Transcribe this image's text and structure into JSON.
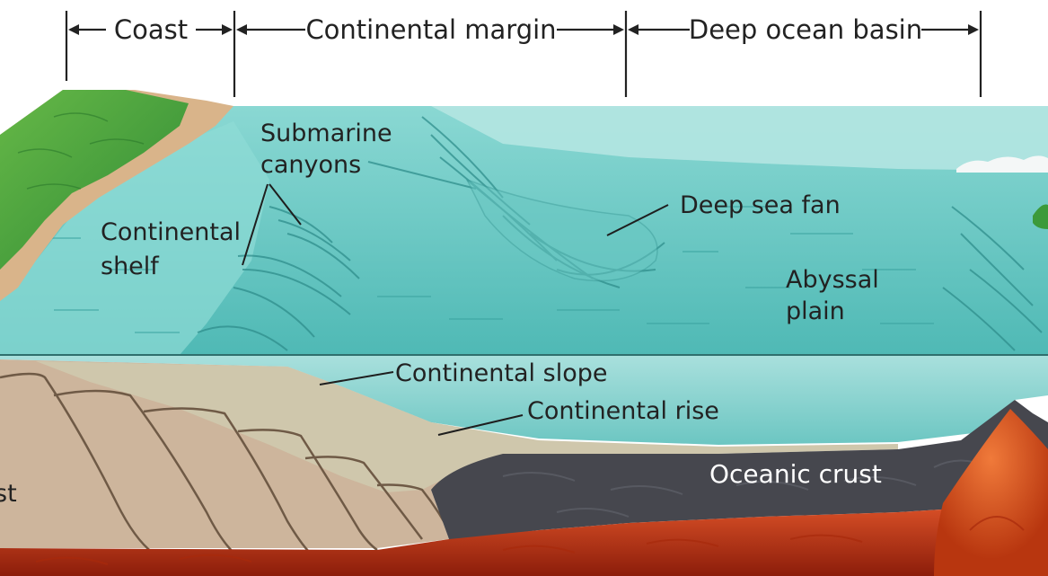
{
  "header": {
    "coast": "Coast",
    "continental_margin": "Continental margin",
    "deep_ocean_basin": "Deep ocean basin"
  },
  "labels": {
    "submarine_canyons_1": "Submarine",
    "submarine_canyons_2": "canyons",
    "continental_shelf_1": "Continental",
    "continental_shelf_2": "shelf",
    "deep_sea_fan": "Deep sea fan",
    "abyssal_plain_1": "Abyssal",
    "abyssal_plain_2": "plain",
    "continental_slope": "Continental slope",
    "continental_rise": "Continental rise",
    "oceanic_crust": "Oceanic crust",
    "cropped_left_fragment": "st"
  },
  "colors": {
    "ocean_surface": "#7fd2cf",
    "ocean_deep": "#52b7b4",
    "water_section": "#9fdad8",
    "land_green": "#4fa83c",
    "beach": "#d9b48a",
    "sediment": "#c9bfa4",
    "continental_crust": "#cbb39a",
    "oceanic_crust": "#4a4a50",
    "mantle": "#c8431c"
  }
}
